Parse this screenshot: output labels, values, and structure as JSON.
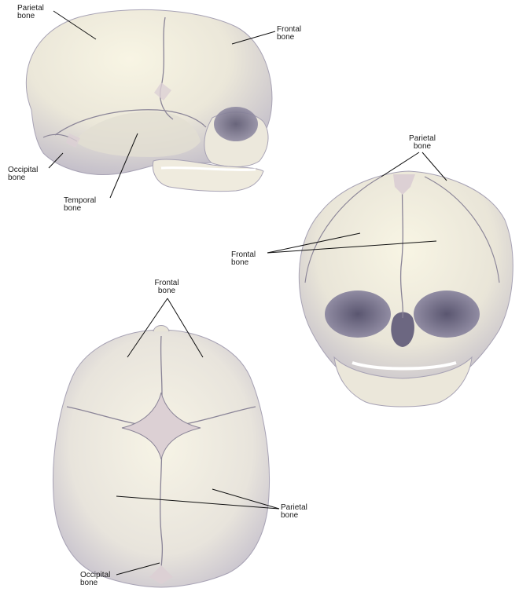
{
  "labels": {
    "lateral": {
      "parietal": [
        "Parietal",
        "bone"
      ],
      "frontal": [
        "Frontal",
        "bone"
      ],
      "occipital": [
        "Occipital",
        "bone"
      ],
      "temporal": [
        "Temporal",
        "bone"
      ]
    },
    "anterior": {
      "parietal": [
        "Parietal",
        "bone"
      ],
      "frontal": [
        "Frontal",
        "bone"
      ]
    },
    "superior": {
      "frontal": [
        "Frontal",
        "bone"
      ],
      "parietal": [
        "Parietal",
        "bone"
      ],
      "occipital": [
        "Occipital",
        "bone"
      ]
    }
  },
  "colors": {
    "bone_light": "#f6f3e2",
    "bone_mid": "#e4e0d6",
    "bone_shadow": "#b9b4c3",
    "fontanelle": "#dcd0d4",
    "suture": "#8a8497",
    "leader_line": "#111111"
  }
}
